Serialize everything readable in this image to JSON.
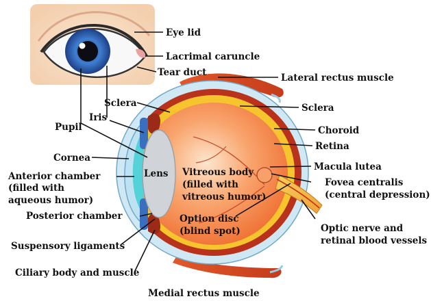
{
  "labels": {
    "eye_lid": "Eye lid",
    "lacrimal_caruncle": "Lacrimal caruncle",
    "tear_duct": "Tear duct",
    "lateral_rectus": "Lateral rectus muscle",
    "sclera_left": "Sclera",
    "sclera_right": "Sclera",
    "iris": "Iris",
    "pupil": "Pupil",
    "choroid": "Choroid",
    "retina": "Retina",
    "cornea": "Cornea",
    "lens": "Lens",
    "vitreous_1": "Vitreous body",
    "vitreous_2": "(filled with",
    "vitreous_3": "vitreous humor)",
    "macula": "Macula lutea",
    "anterior_1": "Anterior chamber",
    "anterior_2": "(filled with",
    "anterior_3": "aqueous humor)",
    "fovea_1": "Fovea centralis",
    "fovea_2": "(central depression)",
    "posterior": "Posterior chamber",
    "disc_1": "Option disc",
    "disc_2": "(blind spot)",
    "optic_1": "Optic nerve and",
    "optic_2": "retinal blood vessels",
    "suspensory": "Suspensory ligaments",
    "ciliary": "Ciliary body and muscle",
    "medial_rectus": "Medial rectus muscle"
  },
  "colors": {
    "sclera_blue": "#cfe8f4",
    "choroid_red": "#b8321c",
    "retina_yellow": "#f6c52e",
    "vitreous_orange": "#f37a3a",
    "muscle_red": "#d2451f",
    "iris_blue": "#3a6fc0",
    "lens_gray": "#d0d4d8",
    "cornea_cyan": "#53d2d8",
    "skin": "#f7dcc0"
  }
}
